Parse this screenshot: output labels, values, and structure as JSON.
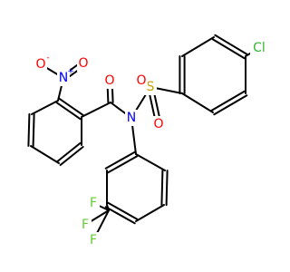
{
  "colors": {
    "bond": "#000000",
    "O": "#ff0000",
    "N": "#0000ff",
    "S": "#c8a000",
    "Cl": "#2db82d",
    "F": "#66cc33"
  },
  "atoms": {
    "cl": {
      "text": "Cl",
      "element": "Cl"
    },
    "s": {
      "text": "S",
      "element": "S"
    },
    "so1": {
      "text": "O",
      "element": "O"
    },
    "so2": {
      "text": "O",
      "element": "O"
    },
    "n": {
      "text": "N",
      "element": "N"
    },
    "co": {
      "text": "O",
      "element": "O"
    },
    "nn": {
      "text": "N",
      "element": "N",
      "charge": "+"
    },
    "no1": {
      "text": "O",
      "element": "O",
      "charge": "-"
    },
    "no2": {
      "text": "O",
      "element": "O"
    },
    "f1": {
      "text": "F",
      "element": "F"
    },
    "f2": {
      "text": "F",
      "element": "F"
    },
    "f3": {
      "text": "F",
      "element": "F"
    }
  }
}
